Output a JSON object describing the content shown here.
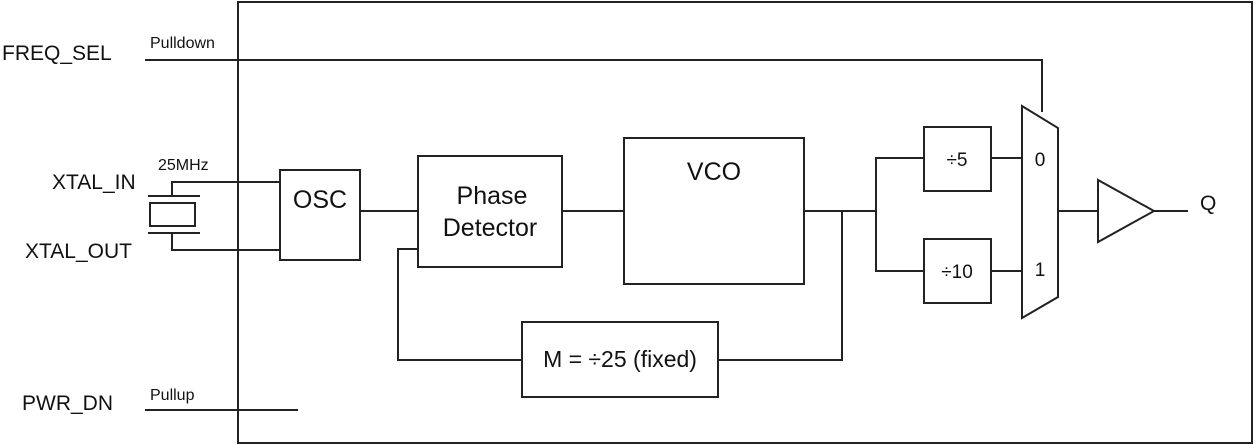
{
  "pins": {
    "freq_sel": "FREQ_SEL",
    "freq_sel_note": "Pulldown",
    "xtal_in": "XTAL_IN",
    "xtal_out": "XTAL_OUT",
    "crystal_freq": "25MHz",
    "pwr_dn": "PWR_DN",
    "pwr_dn_note": "Pullup",
    "output_q": "Q"
  },
  "blocks": {
    "osc": "OSC",
    "phase_detector_line1": "Phase",
    "phase_detector_line2": "Detector",
    "vco": "VCO",
    "feedback_divider": "M = ÷25 (fixed)",
    "div5": "÷5",
    "div10": "÷10"
  },
  "mux": {
    "input0": "0",
    "input1": "1"
  }
}
